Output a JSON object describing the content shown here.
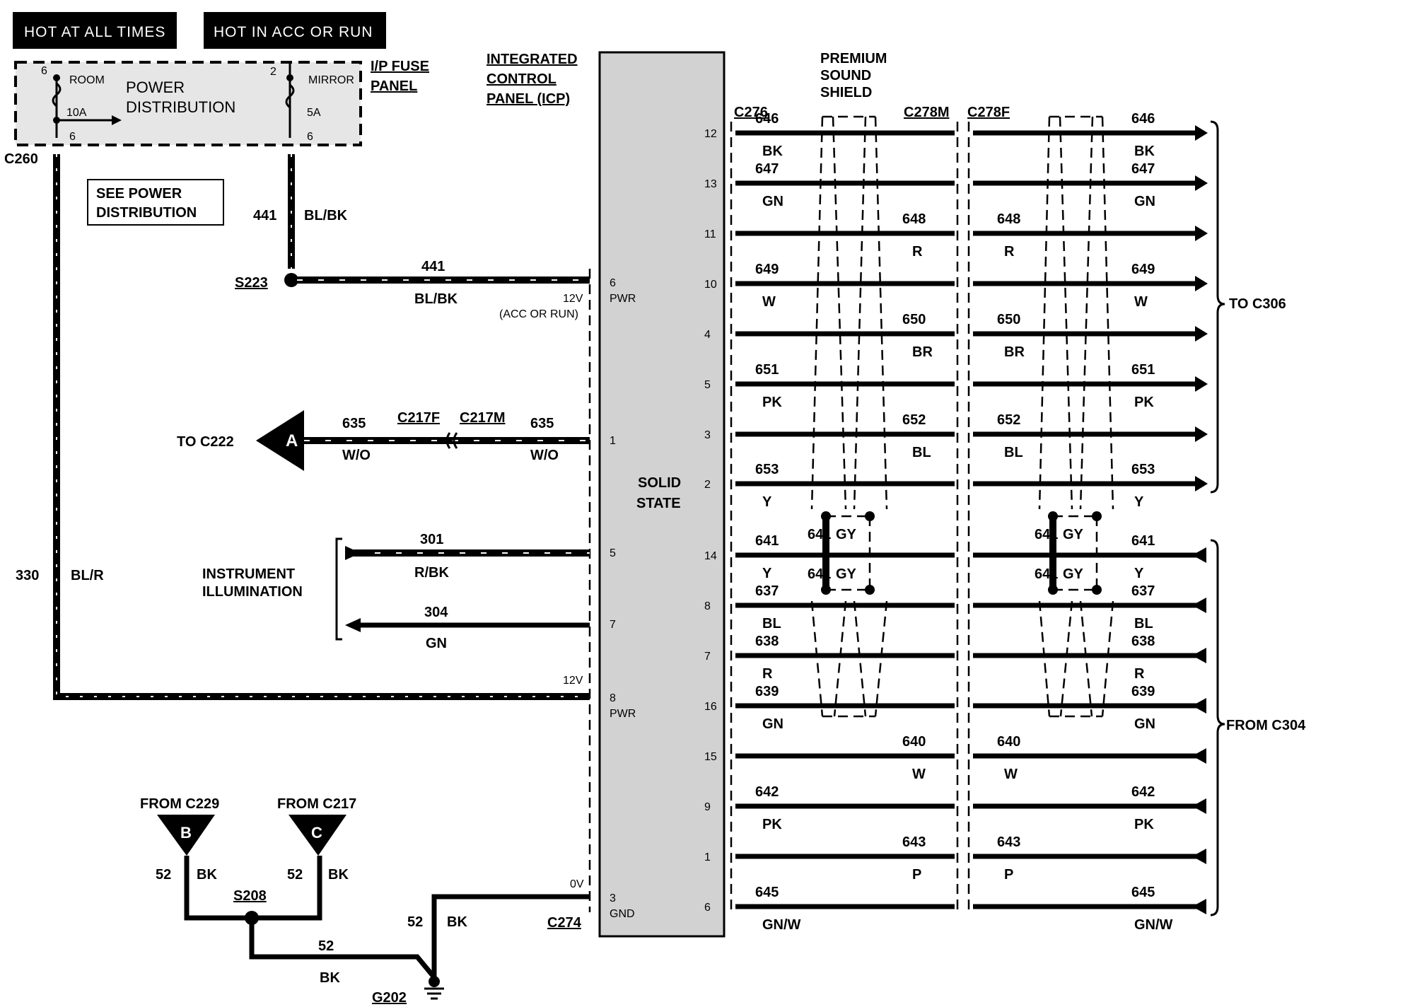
{
  "headers": {
    "hot_all_times": "HOT AT ALL TIMES",
    "hot_acc_run": "HOT IN ACC OR RUN"
  },
  "fuse_panel": {
    "title_line1": "I/P FUSE",
    "title_line2": "PANEL",
    "label_line1": "POWER",
    "label_line2": "DISTRIBUTION",
    "room_fuse": {
      "name": "ROOM",
      "rating": "10A",
      "pin_in": "6",
      "pin_out": "6"
    },
    "mirror_fuse": {
      "name": "MIRROR",
      "rating": "5A",
      "pin_in": "2",
      "pin_out": "6"
    }
  },
  "see_power": {
    "line1": "SEE POWER",
    "line2": "DISTRIBUTION"
  },
  "icp": {
    "line1": "INTEGRATED",
    "line2": "CONTROL",
    "line3": "PANEL (ICP)",
    "solid1": "SOLID",
    "solid2": "STATE"
  },
  "shield": {
    "line1": "PREMIUM",
    "line2": "SOUND",
    "line3": "SHIELD"
  },
  "connectors": {
    "c260": "C260",
    "s223": "S223",
    "c217f": "C217F",
    "c217m": "C217M",
    "c274": "C274",
    "s208": "S208",
    "g202": "G202",
    "c276": "C276",
    "c278m": "C278M",
    "c278f": "C278F"
  },
  "wires": {
    "w441_num": "441",
    "w441_color": "BL/BK",
    "w330_num": "330",
    "w330_color": "BL/R",
    "w635_num": "635",
    "w635_color": "W/O",
    "w301_num": "301",
    "w301_color": "R/BK",
    "w304_num": "304",
    "w304_color": "GN",
    "w52_num": "52",
    "w52_color": "BK"
  },
  "pins_left": {
    "p6": "6",
    "pwr": "PWR",
    "v12": "12V",
    "acc_run": "(ACC OR RUN)",
    "p1": "1",
    "p5": "5",
    "p7": "7",
    "p8": "8",
    "pwr2": "PWR",
    "v12b": "12V",
    "p3": "3",
    "gnd": "GND",
    "v0": "0V"
  },
  "pins_right": [
    "12",
    "13",
    "11",
    "10",
    "4",
    "5",
    "3",
    "2",
    "14",
    "8",
    "7",
    "16",
    "15",
    "9",
    "1",
    "6"
  ],
  "refs": {
    "to_c222": "TO C222",
    "a": "A",
    "instrument1": "INSTRUMENT",
    "instrument2": "ILLUMINATION",
    "from_c229": "FROM C229",
    "b": "B",
    "from_c217": "FROM C217",
    "c": "C",
    "to_c306": "TO C306",
    "from_c304": "FROM C304"
  },
  "speaker_wires": [
    {
      "num": "646",
      "color": "BK"
    },
    {
      "num": "647",
      "color": "GN"
    },
    {
      "num": "648",
      "color": "R"
    },
    {
      "num": "649",
      "color": "W"
    },
    {
      "num": "650",
      "color": "BR"
    },
    {
      "num": "651",
      "color": "PK"
    },
    {
      "num": "652",
      "color": "BL"
    },
    {
      "num": "653",
      "color": "Y"
    },
    {
      "num": "641",
      "color": "Y"
    },
    {
      "num": "637",
      "color": "BL"
    },
    {
      "num": "638",
      "color": "R"
    },
    {
      "num": "639",
      "color": "GN"
    },
    {
      "num": "640",
      "color": "W"
    },
    {
      "num": "642",
      "color": "PK"
    },
    {
      "num": "643",
      "color": "P"
    },
    {
      "num": "645",
      "color": "GN/W"
    }
  ],
  "shield_drain": {
    "num": "641",
    "color": "GY"
  }
}
